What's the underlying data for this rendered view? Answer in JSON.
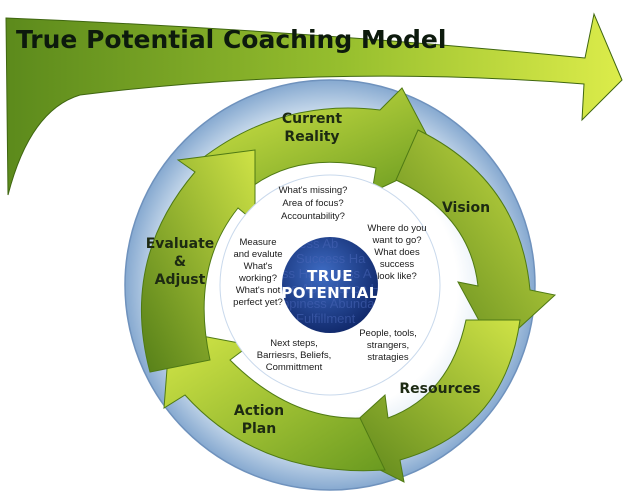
{
  "title": "True Potential Coaching Model",
  "stages": {
    "current_reality": [
      "Current",
      "Reality"
    ],
    "vision": [
      "Vision"
    ],
    "resources": [
      "Resources"
    ],
    "action_plan": [
      "Action",
      "Plan"
    ],
    "evaluate_adjust": [
      "Evaluate",
      "&",
      "Adjust"
    ]
  },
  "prompts": {
    "current_reality": [
      "What's missing?",
      "Area of focus?",
      "Accountability?"
    ],
    "vision": [
      "Where do you",
      "want to go?",
      "What does",
      "success",
      "look like?"
    ],
    "resources": [
      "People, tools,",
      "strangers,",
      "stratagies"
    ],
    "action_plan": [
      "Next steps,",
      "Barriesrs, Beliefs,",
      "Committment"
    ],
    "evaluate_adjust": [
      "Measure",
      "and evalute",
      "What's",
      "working?",
      "What's not",
      "perfect yet?"
    ]
  },
  "center": [
    "TRUE",
    "POTENTIAL"
  ],
  "center_watermark": [
    "ness Ab",
    "Success Ha",
    "ss Happiness A",
    "ance Abundance Happin",
    "ppiness Abundance Fu",
    "Fulfillment"
  ],
  "colors": {
    "arrow_dark": "#5e8c1c",
    "arrow_light": "#d9ea44",
    "ring": "#8fb2d6",
    "core": "#1d3e8a"
  }
}
